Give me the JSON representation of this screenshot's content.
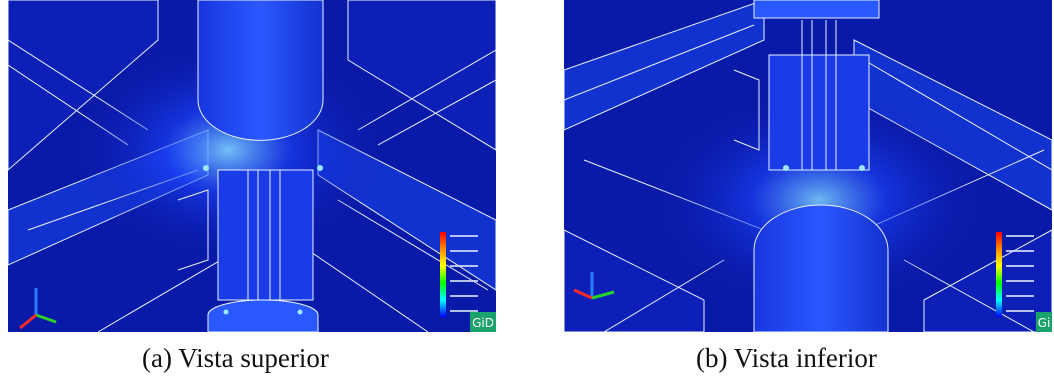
{
  "panels": [
    {
      "caption_label": "(a)",
      "caption_text": "Vista superior",
      "badge": "GiD",
      "colors": {
        "field_low": "#0a1aa8",
        "field_mid": "#1c43ff",
        "field_high": "#7fd4ff",
        "edge": "#e8f2ff"
      }
    },
    {
      "caption_label": "(b)",
      "caption_text": "Vista inferior",
      "badge": "Gi",
      "colors": {
        "field_low": "#0a1aa8",
        "field_mid": "#1c43ff",
        "field_high": "#7fd4ff",
        "edge": "#e8f2ff"
      }
    }
  ],
  "colorbar": {
    "stops": [
      "#ff0000",
      "#ff8c00",
      "#ffff00",
      "#00ff00",
      "#00ffff",
      "#0000ff"
    ]
  },
  "axes_triad": {
    "x_color": "#ff2a2a",
    "y_color": "#2ad12a",
    "z_color": "#2a7dff"
  }
}
